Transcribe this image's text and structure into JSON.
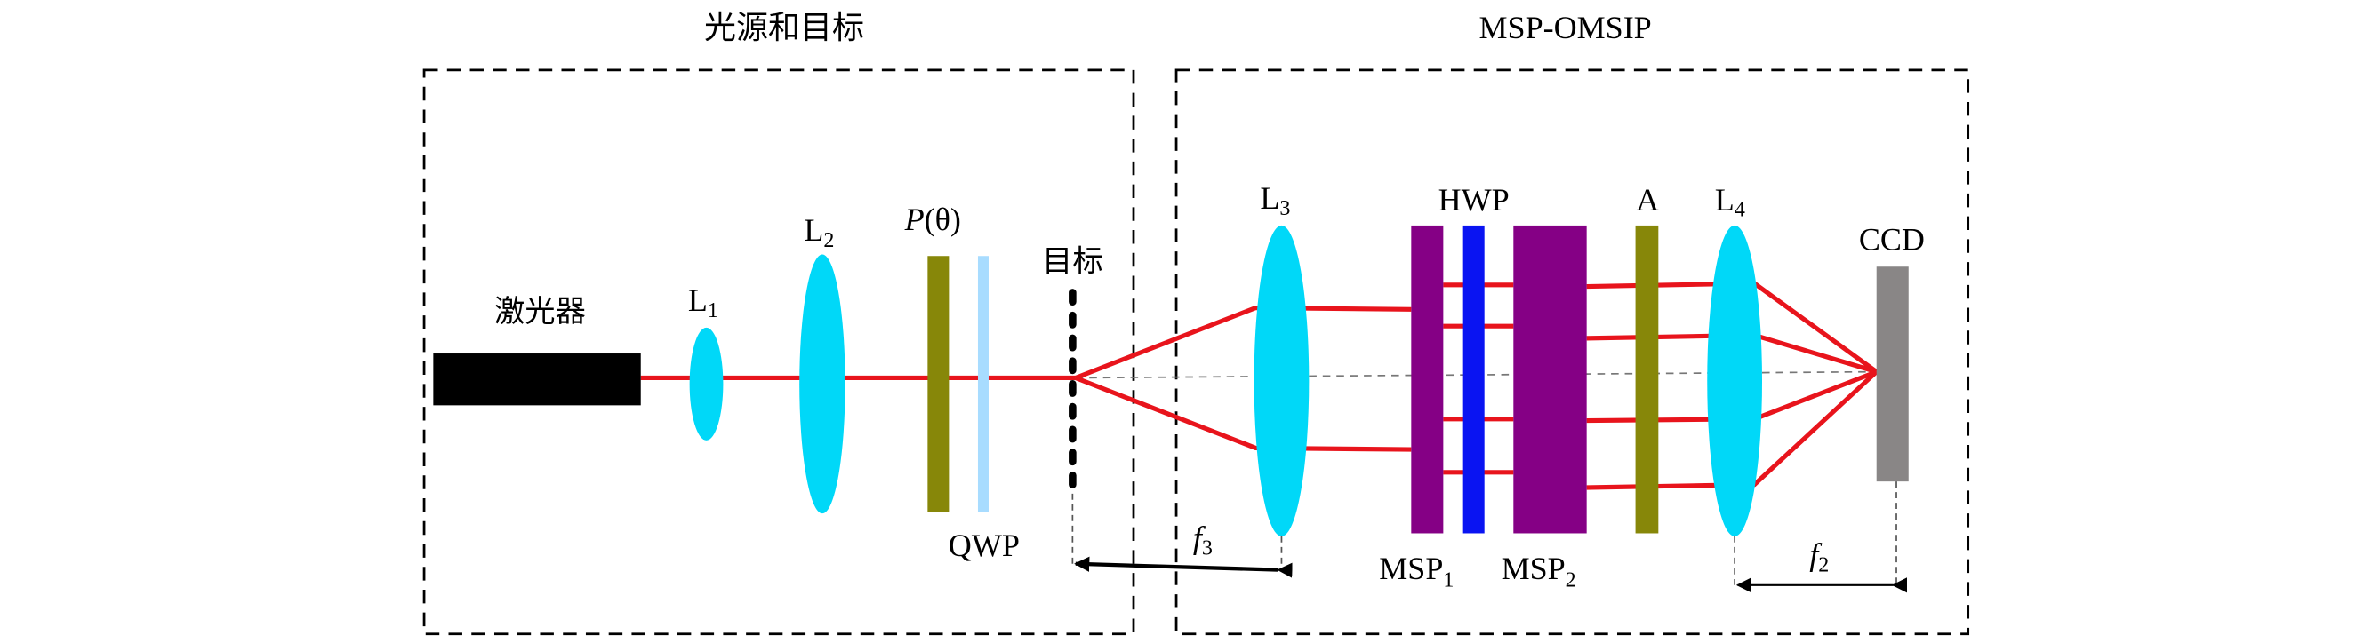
{
  "colors": {
    "beam": "#e8141c",
    "lens": "#00d8f8",
    "polarizer": "#878709",
    "qwp": "#a8dcff",
    "msp": "#850085",
    "hwp": "#0a14f2",
    "ccd": "#898686",
    "laser": "#000000"
  },
  "groups": {
    "left": {
      "title": "光源和目标"
    },
    "right": {
      "title": "MSP-OMSIP"
    }
  },
  "components": {
    "laser": "激光器",
    "l1": {
      "base": "L",
      "sub": "1"
    },
    "l2": {
      "base": "L",
      "sub": "2"
    },
    "polarizer": {
      "base": "P",
      "arg": "(θ)"
    },
    "qwp": "QWP",
    "target": "目标",
    "l3": {
      "base": "L",
      "sub": "3"
    },
    "hwp": "HWP",
    "msp1": {
      "base": "MSP",
      "sub": "1"
    },
    "msp2": {
      "base": "MSP",
      "sub": "2"
    },
    "analyzer": "A",
    "l4": {
      "base": "L",
      "sub": "4"
    },
    "ccd": "CCD"
  },
  "dimensions": {
    "f3": {
      "base": "f",
      "sub": "3"
    },
    "f2": {
      "base": "f",
      "sub": "2"
    }
  }
}
